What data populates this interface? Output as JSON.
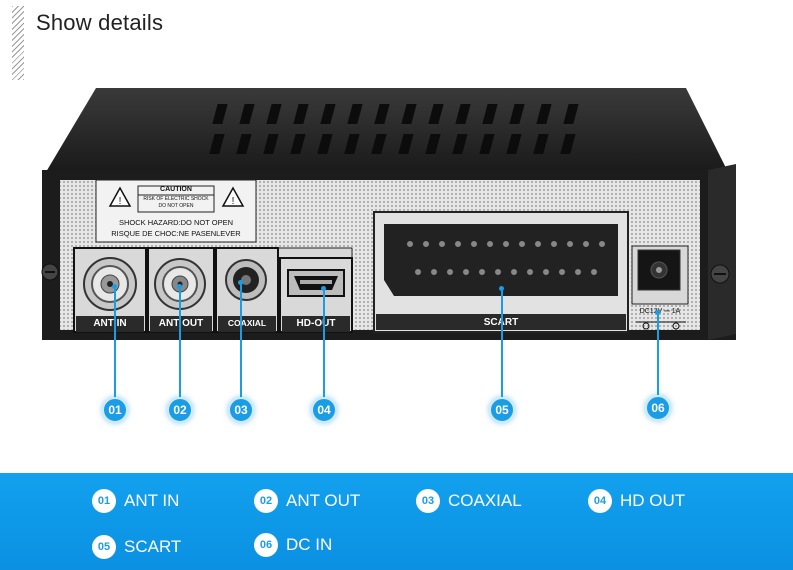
{
  "header": {
    "title": "Show details"
  },
  "device": {
    "caution": {
      "title": "CAUTION",
      "line1": "RISK OF ELECTRIC SHOCK",
      "line2": "DO NOT OPEN",
      "hazard1": "SHOCK HAZARD:DO NOT OPEN",
      "hazard2": "RISQUE DE CHOC:NE PASENLEVER"
    },
    "port_labels": [
      "ANT IN",
      "ANT OUT",
      "COAXIAL",
      "HD-OUT",
      "SCART"
    ],
    "dc_label": "DC12V ⎓ 1A"
  },
  "callouts": [
    "01",
    "02",
    "03",
    "04",
    "05",
    "06"
  ],
  "legend": [
    {
      "num": "01",
      "label": "ANT IN"
    },
    {
      "num": "02",
      "label": "ANT OUT"
    },
    {
      "num": "03",
      "label": "COAXIAL"
    },
    {
      "num": "04",
      "label": "HD OUT"
    },
    {
      "num": "05",
      "label": "SCART"
    },
    {
      "num": "06",
      "label": "DC IN"
    }
  ],
  "colors": {
    "accent": "#1a9de4",
    "band": "#0b90e2"
  }
}
